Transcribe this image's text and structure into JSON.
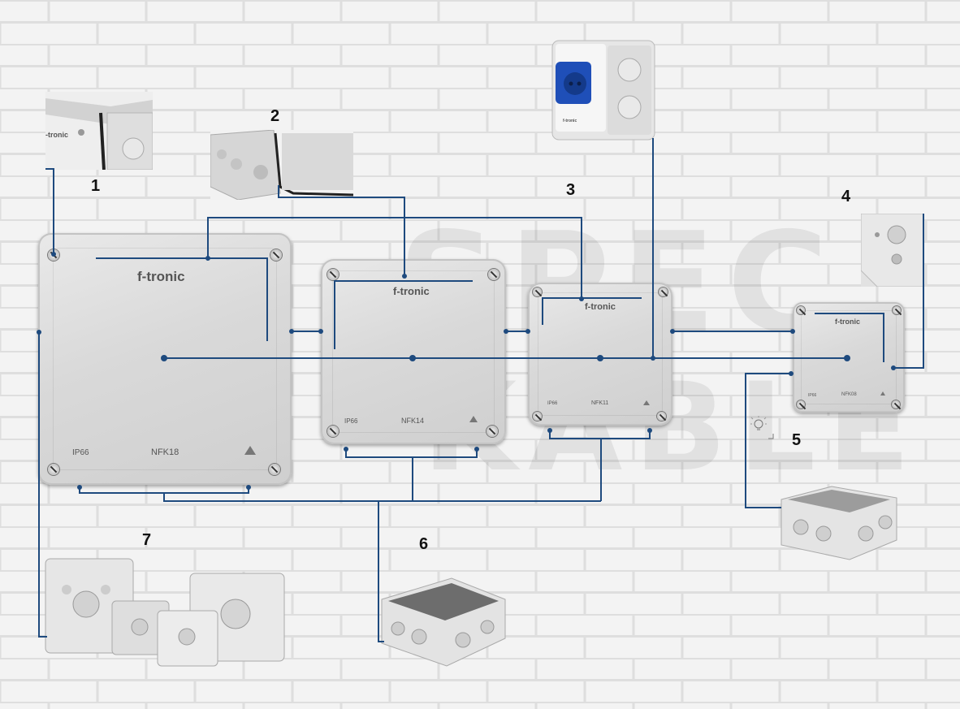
{
  "watermark": {
    "main": "SPEC",
    "sub": "KABLE",
    "letter": "S"
  },
  "boxes": {
    "nfk18": {
      "brand": "f-tronic",
      "ip": "IP66",
      "model": "NFK18"
    },
    "nfk14": {
      "brand": "f-tronic",
      "ip": "IP66",
      "model": "NFK14"
    },
    "nfk11": {
      "brand": "f-tronic",
      "ip": "IP66",
      "model": "NFK11"
    },
    "nfk08": {
      "brand": "f-tronic",
      "ip": "IP66",
      "model": "NFK08"
    }
  },
  "socket_box": {
    "brand": "f-tronic"
  },
  "thumb1": {
    "brand": "-tronic"
  },
  "callouts": [
    "1",
    "2",
    "3",
    "4",
    "5",
    "6",
    "7"
  ],
  "colors": {
    "line": "#1e4a7e",
    "wall": "#f2f2f2",
    "mortar": "#dcdcdc",
    "socket": "#1f4fb8"
  },
  "icons": [
    "certification-triangle-icon",
    "light-bulb-icon",
    "screw-icon",
    "socket-icon"
  ]
}
